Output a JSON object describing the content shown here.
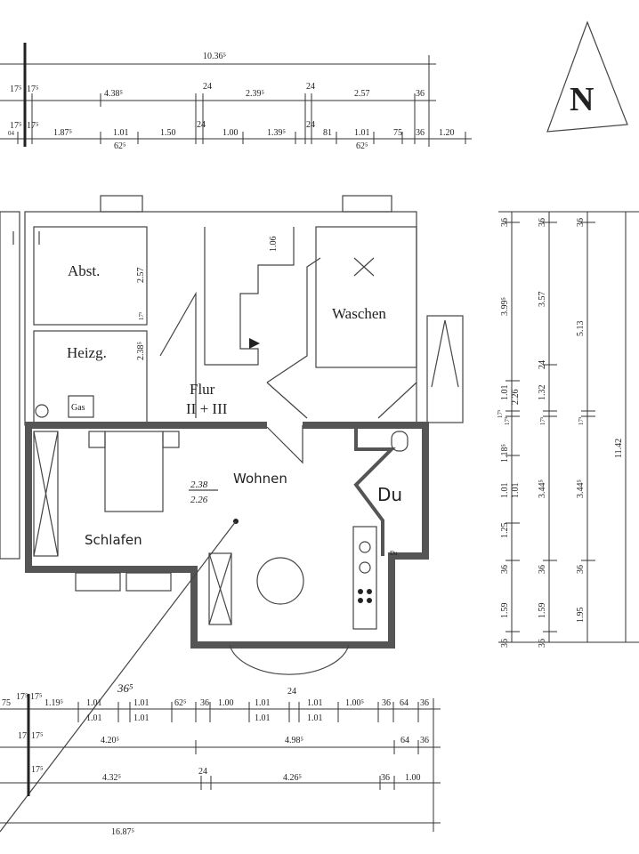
{
  "north_arrow": {
    "label": "N"
  },
  "rooms": {
    "abst": "Abst.",
    "heizg": "Heizg.",
    "gas": "Gas",
    "flur": "Flur",
    "flur_sub": "II + III",
    "waschen": "Waschen",
    "wohnen": "Wohnen",
    "schlafen": "Schlafen",
    "du": "Du",
    "du_small": "Du",
    "height_top": "2.38",
    "height_bottom": "2.26"
  },
  "inner_dims": {
    "abst_h": "2.57",
    "wall_175": "17⁵",
    "heizg_h": "2.38⁵",
    "flur_106": "1.06",
    "section_mark": "36⁵"
  },
  "top_dims": {
    "row1": [
      "10.36⁵"
    ],
    "row2": [
      "17⁵",
      "17⁵",
      "4.38⁵",
      "24",
      "2.39⁵",
      "24",
      "2.57",
      "36"
    ],
    "row3": [
      "04",
      "17⁵",
      "17⁵",
      "1.87⁵",
      "1.01",
      "62⁵",
      "1.50",
      "24",
      "1.00",
      "1.39⁵",
      "24",
      "81",
      "1.01",
      "62⁵",
      "75",
      "36",
      "1.20"
    ]
  },
  "bottom_dims": {
    "row1": [
      "75",
      "17⁵",
      "17⁵",
      "1.19⁵",
      "1.01",
      "1.01",
      "1.01",
      "1.01",
      "62⁵",
      "36",
      "1.00",
      "1.01",
      "1.01",
      "24",
      "1.01",
      "1.01",
      "1.00⁵",
      "36",
      "64",
      "36"
    ],
    "row2": [
      "17⁵",
      "17⁵",
      "4.20⁵",
      "4.98⁵",
      "64",
      "36"
    ],
    "row3": [
      "17⁵",
      "4.32⁵",
      "24",
      "4.26⁵",
      "36",
      "1.00"
    ],
    "row4": [
      "16.87⁵"
    ]
  },
  "right_dims": {
    "col1": [
      "36",
      "3.99⁵",
      "1.01",
      "2.26",
      "17⁵",
      "17⁵",
      "1.18⁵",
      "1.01",
      "1.01",
      "1.25",
      "36",
      "1.59",
      "36"
    ],
    "col2": [
      "36",
      "3.57",
      "24",
      "1.32",
      "17⁵",
      "3.44⁵",
      "36",
      "1.59",
      "36"
    ],
    "col3": [
      "36",
      "5.13",
      "17⁵",
      "3.44⁵",
      "36",
      "1.95"
    ],
    "col4": [
      "11.42"
    ]
  }
}
